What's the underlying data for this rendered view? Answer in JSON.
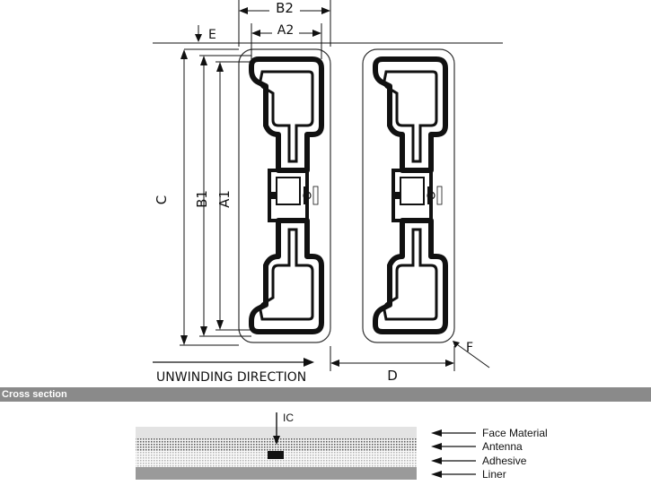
{
  "diagram": {
    "dimension_labels": {
      "b2": "B2",
      "a2": "A2",
      "e": "E",
      "c": "C",
      "b1": "B1",
      "a1": "A1",
      "d": "D",
      "f": "F"
    },
    "unwinding_label": "UNWINDING DIRECTION"
  },
  "cross_section": {
    "title": "Cross section",
    "ic_label": "IC",
    "layers": [
      "Face Material",
      "Antenna",
      "Adhesive",
      "Liner"
    ]
  },
  "colors": {
    "section_bar": "#8a8a8a",
    "antenna": "#111111"
  }
}
